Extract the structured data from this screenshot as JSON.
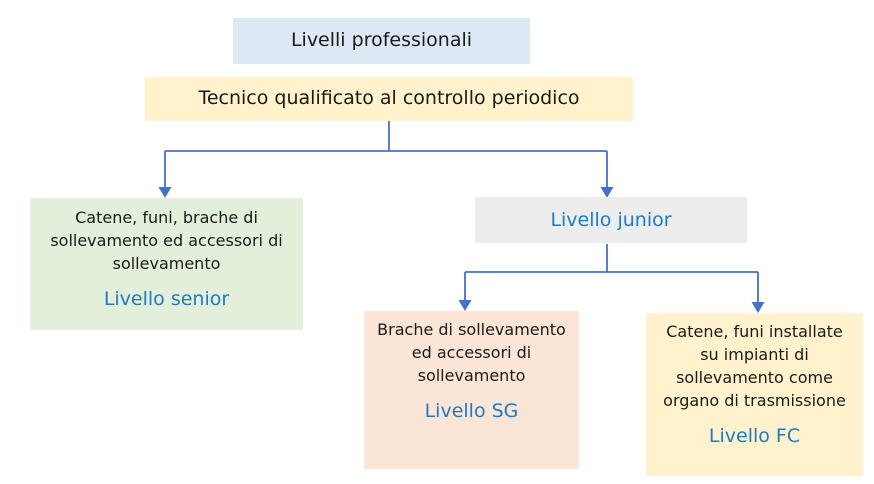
{
  "diagram": {
    "title_node": {
      "label": "Livelli professionali"
    },
    "tecnico_node": {
      "label": "Tecnico qualificato al controllo periodico"
    },
    "senior_node": {
      "description": "Catene, funi, brache di sollevamento ed accessori di sollevamento",
      "level_label": "Livello senior"
    },
    "junior_node": {
      "label": "Livello junior"
    },
    "sg_node": {
      "description": "Brache di sollevamento ed accessori di sollevamento",
      "level_label": "Livello SG"
    },
    "fc_node": {
      "description": "Catene, funi installate su impianti di sollevamento come organo di trasmissione",
      "level_label": "Livello FC"
    }
  },
  "colors": {
    "title_bg": "#DEE9F6",
    "tecnico_bg": "#FFF2CC",
    "senior_bg": "#E2EFDA",
    "junior_bg": "#EDEDED",
    "sg_bg": "#FBE5D6",
    "fc_bg": "#FFF2CC",
    "level_text": "#1F7AC4",
    "body_text": "#1A1A1A",
    "connector": "#4472C4",
    "page_bg": "#FFFFFF"
  }
}
